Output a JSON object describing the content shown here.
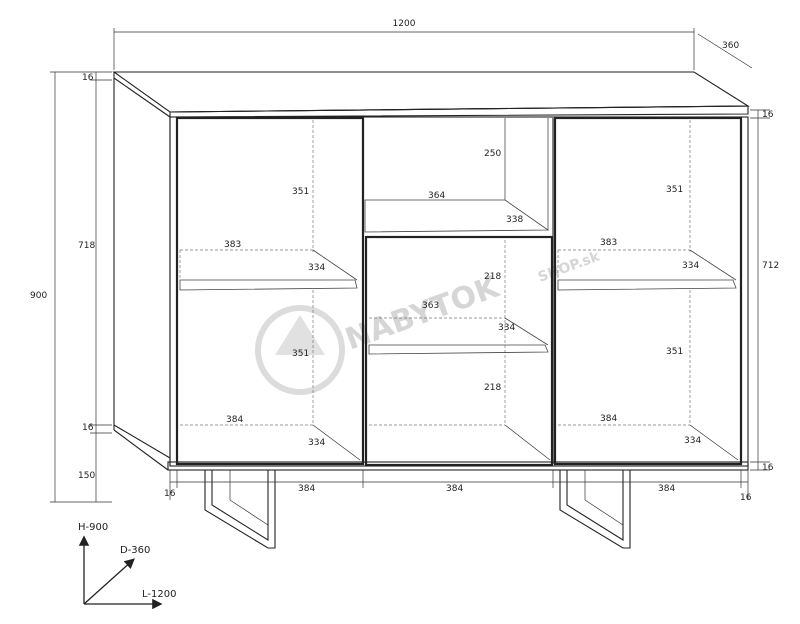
{
  "drawing": {
    "overall": {
      "width": "1200",
      "depth": "360",
      "height": "900",
      "body_height": "718",
      "inner_height": "712",
      "top_board": "16",
      "top_board_right": "16",
      "bottom_board": "16",
      "bottom_board_right": "16",
      "legs_height": "150",
      "side_left": "16",
      "side_right": "16"
    },
    "left_section": {
      "upper_height": "351",
      "upper_shelf_width": "383",
      "upper_shelf_depth": "334",
      "lower_height": "351",
      "bottom_width": "384",
      "bottom_depth": "334",
      "outer_width": "384"
    },
    "middle_section": {
      "top_opening_height": "250",
      "top_shelf_width": "364",
      "top_shelf_depth": "338",
      "upper_height": "218",
      "shelf_width": "363",
      "shelf_depth": "334",
      "lower_height": "218",
      "outer_width": "384"
    },
    "right_section": {
      "upper_height": "351",
      "upper_shelf_width": "383",
      "upper_shelf_depth": "334",
      "lower_height": "351",
      "bottom_width": "384",
      "bottom_depth": "334",
      "outer_width": "384"
    },
    "axes": {
      "height_label": "H-900",
      "depth_label": "D-360",
      "length_label": "L-1200"
    },
    "watermark": {
      "line1": "NABYTOK",
      "line2": "SHOP.sk"
    }
  }
}
